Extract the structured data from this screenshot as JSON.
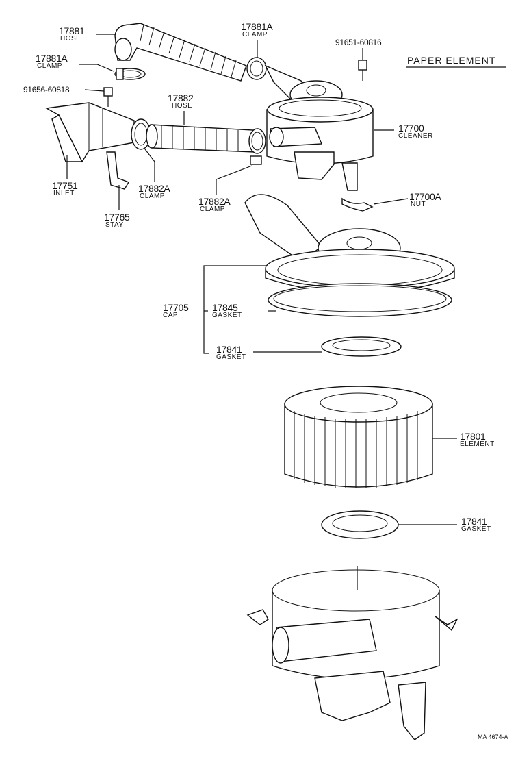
{
  "title": "PAPER ELEMENT",
  "code": "MA 4674-A",
  "parts": [
    {
      "id": "p17881",
      "number": "17881",
      "name": "HOSE"
    },
    {
      "id": "p17881a1",
      "number": "17881A",
      "name": "CLAMP"
    },
    {
      "id": "p17881a2",
      "number": "17881A",
      "name": "CLAMP"
    },
    {
      "id": "p9165160816",
      "number": "91651-60816",
      "name": ""
    },
    {
      "id": "p9165660818",
      "number": "91656-60818",
      "name": ""
    },
    {
      "id": "p17882",
      "number": "17882",
      "name": "HOSE"
    },
    {
      "id": "p17700",
      "number": "17700",
      "name": "CLEANER"
    },
    {
      "id": "p17751",
      "number": "17751",
      "name": "INLET"
    },
    {
      "id": "p17882a1",
      "number": "17882A",
      "name": "CLAMP"
    },
    {
      "id": "p17882a2",
      "number": "17882A",
      "name": "CLAMP"
    },
    {
      "id": "p17700a",
      "number": "17700A",
      "name": "NUT"
    },
    {
      "id": "p17765",
      "number": "17765",
      "name": "STAY"
    },
    {
      "id": "p17705",
      "number": "17705",
      "name": "CAP"
    },
    {
      "id": "p17845",
      "number": "17845",
      "name": "GASKET"
    },
    {
      "id": "p17841a",
      "number": "17841",
      "name": "GASKET"
    },
    {
      "id": "p17801",
      "number": "17801",
      "name": "ELEMENT"
    },
    {
      "id": "p17841b",
      "number": "17841",
      "name": "GASKET"
    }
  ]
}
